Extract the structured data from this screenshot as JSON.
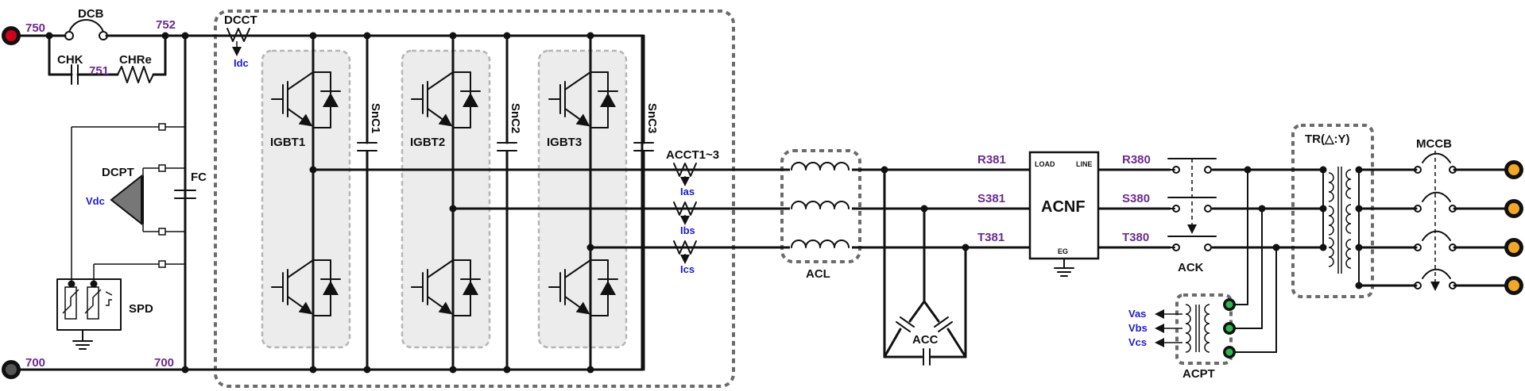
{
  "nodes": {
    "n750": "750",
    "n752": "752",
    "n751": "751",
    "n700_left": "700",
    "n700_right": "700",
    "R381": "R381",
    "S381": "S381",
    "T381": "T381",
    "R380": "R380",
    "S380": "S380",
    "T380": "T380"
  },
  "components": {
    "DCB": "DCB",
    "CHK": "CHK",
    "CHRe": "CHRe",
    "DCCT": "DCCT",
    "DCPT": "DCPT",
    "FC": "FC",
    "SPD": "SPD",
    "IGBT1": "IGBT1",
    "IGBT2": "IGBT2",
    "IGBT3": "IGBT3",
    "SnC1": "SnC1",
    "SnC2": "SnC2",
    "SnC3": "SnC3",
    "ACCT": "ACCT1~3",
    "ACL": "ACL",
    "ACC": "ACC",
    "ACNF": "ACNF",
    "ACNF_load": "LOAD",
    "ACNF_line": "LINE",
    "ACNF_eg": "EG",
    "ACK": "ACK",
    "ACPT": "ACPT",
    "TR": "TR(△:Y)",
    "MCCB": "MCCB"
  },
  "signals": {
    "Idc": "Idc",
    "Vdc": "Vdc",
    "Ias": "Ias",
    "Ibs": "Ibs",
    "Ics": "Ics",
    "Vas": "Vas",
    "Vbs": "Vbs",
    "Vcs": "Vcs"
  },
  "colors": {
    "wire": "#111111",
    "node_label": "#6a2b8f",
    "signal_label": "#1a1ad6",
    "dc_positive_terminal": "#d0021b",
    "dc_negative_terminal": "#444444",
    "ac_terminal": "#f5a623",
    "acpt_terminal": "#2db84b",
    "module_fill": "#ececec",
    "boundary_dash": "#6b6b6b"
  }
}
